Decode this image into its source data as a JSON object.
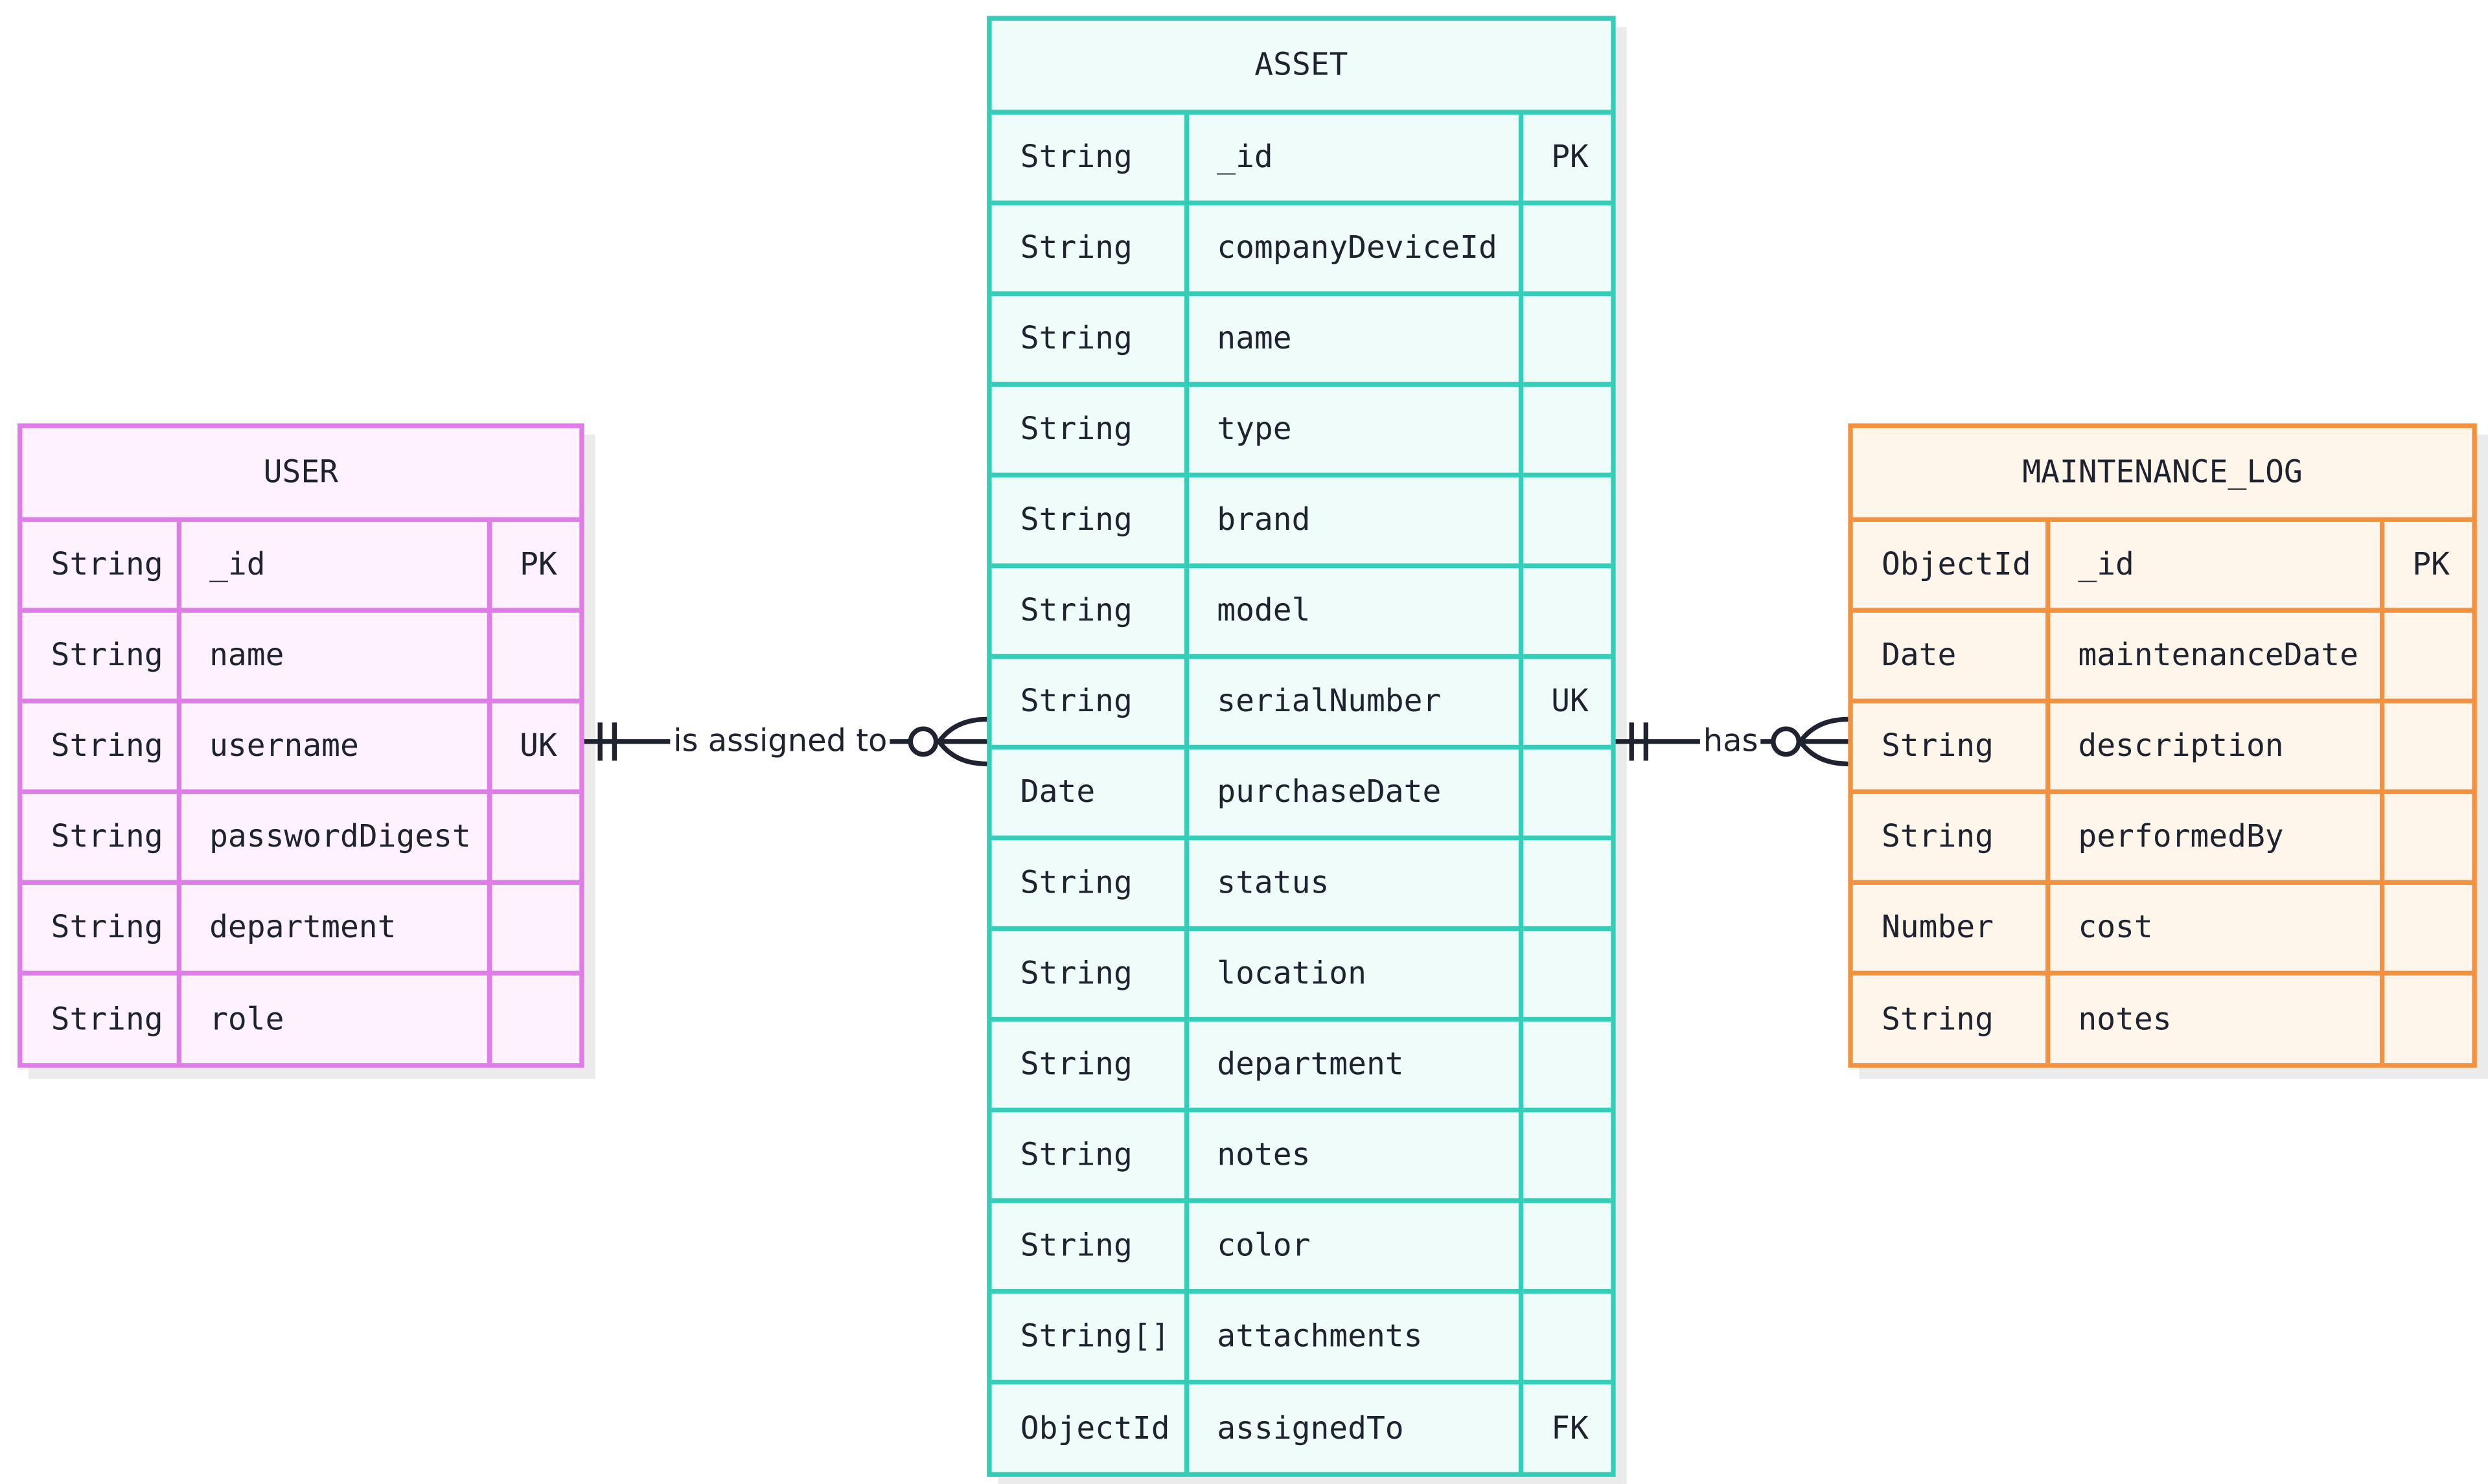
{
  "entities": {
    "user": {
      "title": "USER",
      "attributes": [
        {
          "type": "String",
          "name": "_id",
          "key": "PK"
        },
        {
          "type": "String",
          "name": "name",
          "key": ""
        },
        {
          "type": "String",
          "name": "username",
          "key": "UK"
        },
        {
          "type": "String",
          "name": "passwordDigest",
          "key": ""
        },
        {
          "type": "String",
          "name": "department",
          "key": ""
        },
        {
          "type": "String",
          "name": "role",
          "key": ""
        }
      ]
    },
    "asset": {
      "title": "ASSET",
      "attributes": [
        {
          "type": "String",
          "name": "_id",
          "key": "PK"
        },
        {
          "type": "String",
          "name": "companyDeviceId",
          "key": ""
        },
        {
          "type": "String",
          "name": "name",
          "key": ""
        },
        {
          "type": "String",
          "name": "type",
          "key": ""
        },
        {
          "type": "String",
          "name": "brand",
          "key": ""
        },
        {
          "type": "String",
          "name": "model",
          "key": ""
        },
        {
          "type": "String",
          "name": "serialNumber",
          "key": "UK"
        },
        {
          "type": "Date",
          "name": "purchaseDate",
          "key": ""
        },
        {
          "type": "String",
          "name": "status",
          "key": ""
        },
        {
          "type": "String",
          "name": "location",
          "key": ""
        },
        {
          "type": "String",
          "name": "department",
          "key": ""
        },
        {
          "type": "String",
          "name": "notes",
          "key": ""
        },
        {
          "type": "String",
          "name": "color",
          "key": ""
        },
        {
          "type": "String[]",
          "name": "attachments",
          "key": ""
        },
        {
          "type": "ObjectId",
          "name": "assignedTo",
          "key": "FK"
        }
      ]
    },
    "maintenance_log": {
      "title": "MAINTENANCE_LOG",
      "attributes": [
        {
          "type": "ObjectId",
          "name": "_id",
          "key": "PK"
        },
        {
          "type": "Date",
          "name": "maintenanceDate",
          "key": ""
        },
        {
          "type": "String",
          "name": "description",
          "key": ""
        },
        {
          "type": "String",
          "name": "performedBy",
          "key": ""
        },
        {
          "type": "Number",
          "name": "cost",
          "key": ""
        },
        {
          "type": "String",
          "name": "notes",
          "key": ""
        }
      ]
    }
  },
  "relationships": [
    {
      "from": "USER",
      "to": "ASSET",
      "label": "is assigned to",
      "from_cardinality": "exactly-one",
      "to_cardinality": "zero-or-many"
    },
    {
      "from": "ASSET",
      "to": "MAINTENANCE_LOG",
      "label": "has",
      "from_cardinality": "exactly-one",
      "to_cardinality": "zero-or-many"
    }
  ],
  "colors": {
    "user_border": "#e07ce8",
    "user_fill": "#fdf2fd",
    "asset_border": "#36cdb8",
    "asset_fill": "#effcf9",
    "maintenance_log_border": "#f3913f",
    "maintenance_log_fill": "#fef5eb",
    "line": "#1f2330"
  }
}
